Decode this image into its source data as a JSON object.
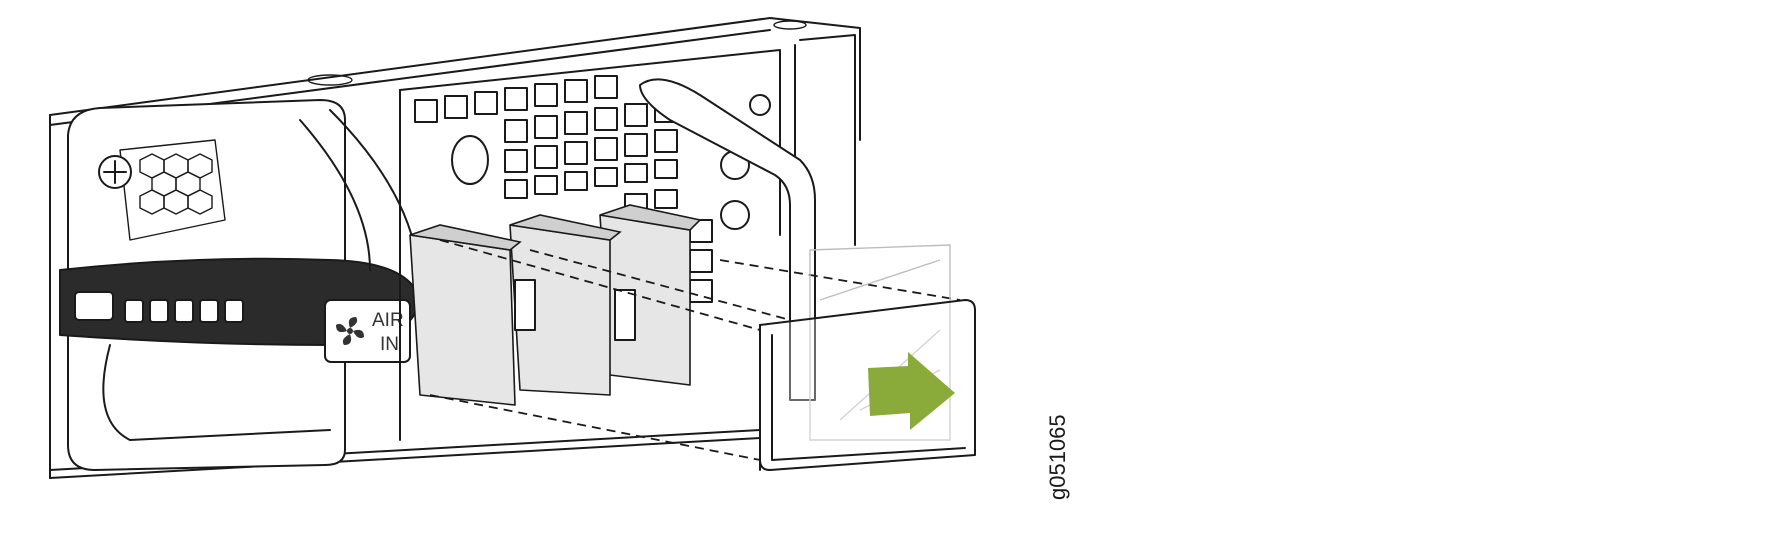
{
  "figure": {
    "psu_label_line1": "AIR",
    "psu_label_line2": "IN",
    "figure_id": "g051065"
  },
  "icons": {
    "fan": "fan-icon",
    "arrow": "arrow-right-icon"
  },
  "colors": {
    "arrow": "#8aab3a",
    "line": "#1a1a1a",
    "background": "#ffffff"
  }
}
